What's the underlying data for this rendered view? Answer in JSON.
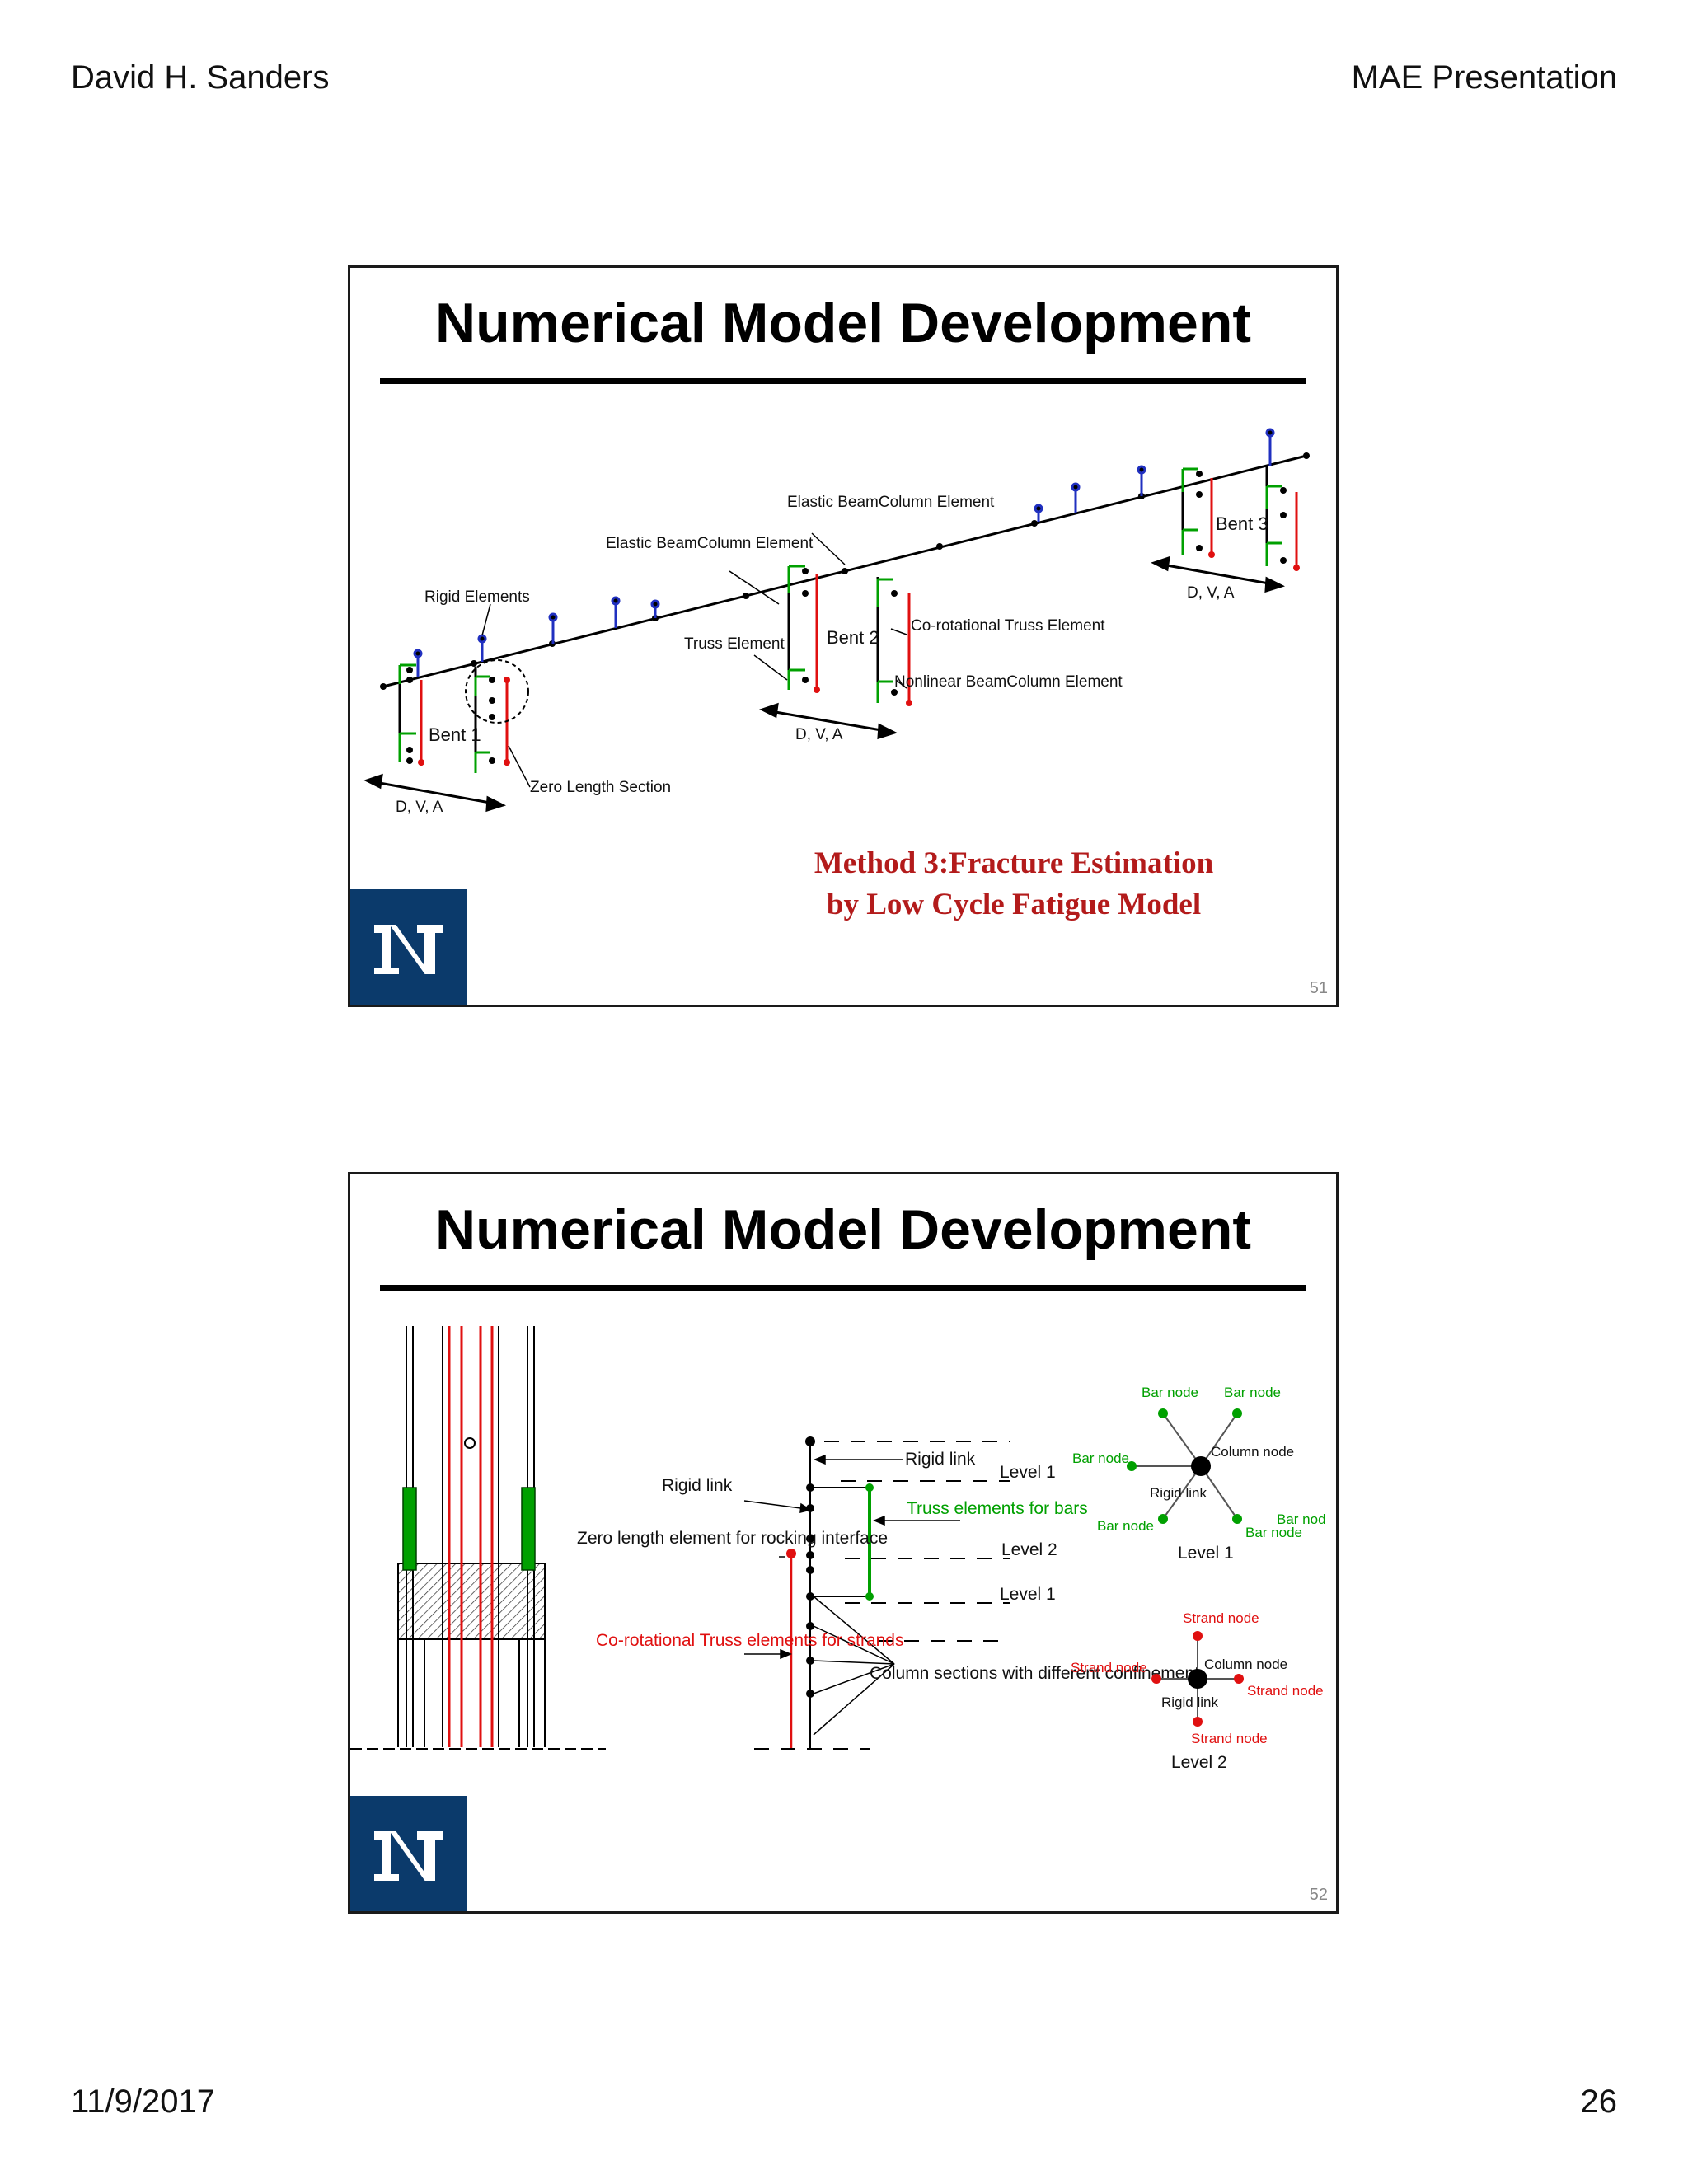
{
  "header": {
    "author": "David H. Sanders",
    "title": "MAE Presentation"
  },
  "footer": {
    "date": "11/9/2017",
    "page": "26"
  },
  "slides": [
    {
      "title": "Numerical Model Development",
      "number": "51",
      "method_note": "Method 3:Fracture Estimation by Low Cycle Fatigue Model",
      "labels": {
        "elastic_1": "Elastic BeamColumn Element",
        "elastic_2": "Elastic BeamColumn Element",
        "rigid_elements": "Rigid Elements",
        "truss_element": "Truss Element",
        "bent1": "Bent 1",
        "bent2": "Bent 2",
        "bent3": "Bent 3",
        "corot_truss": "Co-rotational Truss Element",
        "nonlinear": "Nonlinear BeamColumn Element",
        "zero_length": "Zero Length Section",
        "dva": "D, V, A"
      }
    },
    {
      "title": "Numerical Model Development",
      "number": "52",
      "labels": {
        "rigid_link_top": "Rigid link",
        "rigid_link_left": "Rigid link",
        "truss_elements": "Truss elements for bars",
        "zero_length": "Zero length element for rocking interface",
        "corot_strands": "Co-rotational Truss elements for strands",
        "column_sections": "Column sections with different confinement",
        "level1": "Level 1",
        "level2": "Level 2",
        "bar_node": "Bar node",
        "bar_nod": "Bar nod",
        "column_node": "Column node",
        "rigid_link": "Rigid link",
        "strand_node": "Strand node"
      }
    }
  ],
  "colors": {
    "accent_red": "#b31b1b",
    "logo_blue": "#0b3a6b",
    "truss_green": "#00a000",
    "strand_red": "#e01010",
    "rigid_blue": "#2030c0"
  }
}
